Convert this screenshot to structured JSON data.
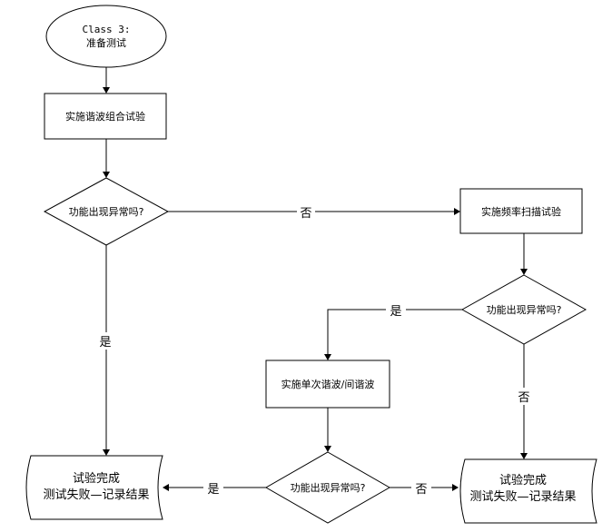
{
  "nodes": {
    "start_line1": "Class 3:",
    "start_line2": "准备测试",
    "combo_test": "实施谐波组合试验",
    "decision1": "功能出现异常吗?",
    "freq_sweep": "实施频率扫描试验",
    "decision2": "功能出现异常吗?",
    "single_test": "实施单次谐波/间谐波",
    "decision3": "功能出现异常吗?",
    "end_left_line1": "试验完成",
    "end_left_line2": "测试失败—记录结果",
    "end_right_line1": "试验完成",
    "end_right_line2": "测试失败—记录结果"
  },
  "edges": {
    "d1_no": "否",
    "d1_yes": "是",
    "d2_yes": "是",
    "d2_no": "否",
    "d3_yes": "是",
    "d3_no": "否"
  }
}
